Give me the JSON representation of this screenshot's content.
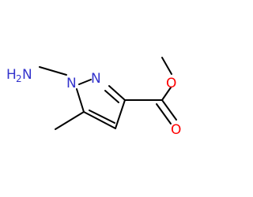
{
  "colors": {
    "background": "#ffffff",
    "bond": "#000000",
    "nitrogen": "#3333cc",
    "oxygen": "#ff0000"
  },
  "atoms": {
    "amino": {
      "label": "H",
      "subscript": "2",
      "element": "N"
    },
    "ring_n1": {
      "label": "N"
    },
    "ring_n2": {
      "label": "N"
    },
    "carbonyl_o": {
      "label": "O"
    },
    "ester_o": {
      "label": "O"
    }
  }
}
